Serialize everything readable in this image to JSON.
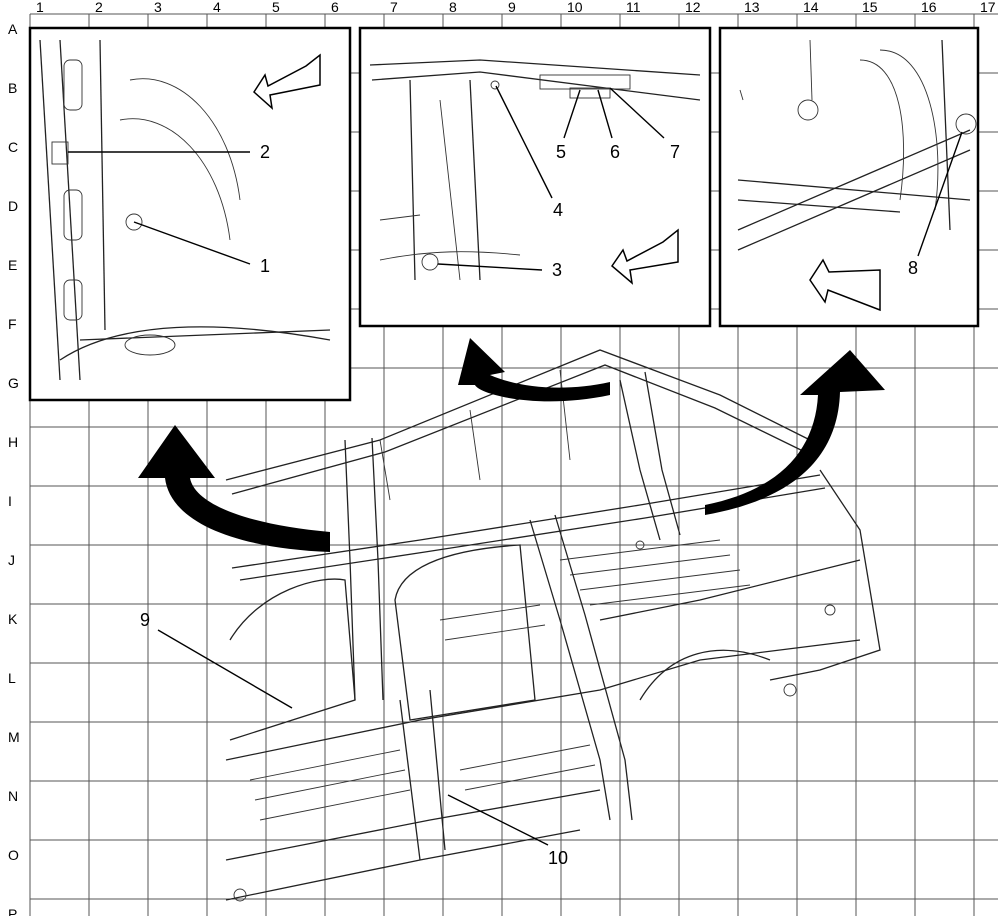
{
  "grid": {
    "columns": [
      "1",
      "2",
      "3",
      "4",
      "5",
      "6",
      "7",
      "8",
      "9",
      "10",
      "11",
      "12",
      "13",
      "14",
      "15",
      "16",
      "17"
    ],
    "rows": [
      "A",
      "B",
      "C",
      "D",
      "E",
      "F",
      "G",
      "H",
      "I",
      "J",
      "K",
      "L",
      "M",
      "N",
      "O",
      "P"
    ]
  },
  "callouts": {
    "c1": "1",
    "c2": "2",
    "c3": "3",
    "c4": "4",
    "c5": "5",
    "c6": "6",
    "c7": "7",
    "c8": "8",
    "c9": "9",
    "c10": "10"
  }
}
